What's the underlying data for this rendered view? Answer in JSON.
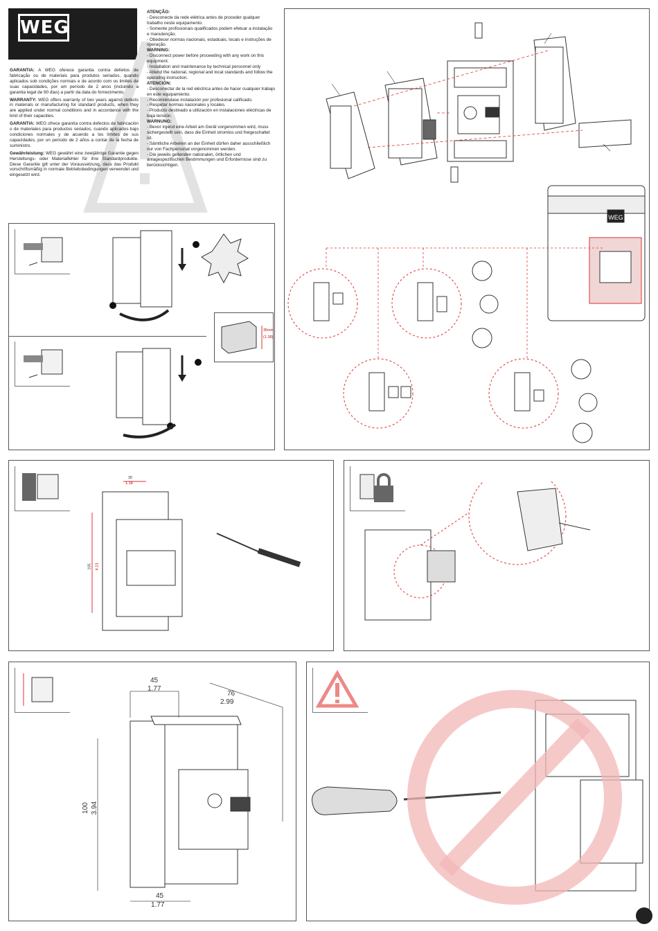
{
  "brand": {
    "logo_text": "WEG"
  },
  "warranty": {
    "pt_title": "GARANTIA:",
    "pt_text": "A WEG oferece garantia contra defeitos de fabricação ou de materiais para produtos seriados, quando aplicados sob condições normais e de acordo com os limites de suas capacidades, por um período de 2 anos (incluindo a garantia legal de 90 dias) a partir da data do fornecimento.",
    "en_title": "WARRANTY:",
    "en_text": "WEG offers warranty of two years against defects in materials or manufacturing for standard products, when they are applied under normal conditions and in accordance with the limit of their capacities.",
    "es_title": "GARANTIA:",
    "es_text": "WEG ofrece garantía contra defectos de fabricación o de materiales para productos seriados, cuando aplicados bajo condiciones normales y de acuerdo a los límites de sus capacidades, por un período de 2 años a contar de la fecha de suministro.",
    "de_title": "Gewährleistung:",
    "de_text": "WEG gewährt eine zweijährige Garantie gegen Herstellungs- oder Materialfehler für ihre Standardprodukte. Diese Garantie gilt unter der Voraussetzung, dass das Produkt vorschriftsmäßig in normale Betriebsbedingungen verwendet und eingesetzt wird."
  },
  "warnings": {
    "pt_title": "ATENÇÃO:",
    "pt_lines": [
      "- Desconecte da rede elétrica antes de proceder qualquer trabalho neste equipamento.",
      "- Somente profissionais qualificados podem efetuar a instalação e manutenção.",
      "- Obedecer normas nacionais, estaduais, locais e instruções de operação."
    ],
    "en_title": "WARNING:",
    "en_lines": [
      "- Disconnect power before proceeding with any work on this equipment.",
      "- Installation and maintenance by technical personnel only",
      "- Attend the national, regional and local standards and follow the operating instruction."
    ],
    "es_title": "ATENCIÓN:",
    "es_lines": [
      "- Desconectar de la red eléctrica antes de hacer cualquier trabajo en este equipamiento.",
      "- Recomiéndase instalación por profesional calificado.",
      "- Respetar normas nacionales y locales.",
      "- Producto destinado a utilización en instalaciones eléctricas de baja tensión."
    ],
    "de_title": "WARNUNG:",
    "de_lines": [
      "- Bevor irgend eine Arbeit am Gerät vorgenommen wird, muss sichergestellt sein, dass die Einheit stromlos und freigeschaltet ist.",
      "- Sämtliche Arbeiten an der Einheit dürfen daher ausschließlich nur von Fachpersonal vorgenommen werden.",
      "- Die jeweils geltenden nationalen, örtlichen und anlagespezifischen Bestimmungen und Erfordernisse sind zu berücksichtigen."
    ]
  },
  "rail": {
    "dim_mm": "35mm",
    "dim_in": "(1.38)"
  },
  "mounting": {
    "w_mm": "30",
    "w_in": "1.18",
    "h_mm": "105",
    "h_in": "4.13"
  },
  "dimensions": {
    "top_w_mm": "45",
    "top_w_in": "1.77",
    "depth_mm": "76",
    "depth_in": "2.99",
    "height_mm": "100",
    "height_in": "3.94",
    "bottom_w_mm": "45",
    "bottom_w_in": "1.77"
  },
  "enclosure": {
    "logo_text": "WEG"
  },
  "colors": {
    "red_line": "#d33",
    "prohibit": "#f3b7b7",
    "panel_border": "#555"
  }
}
